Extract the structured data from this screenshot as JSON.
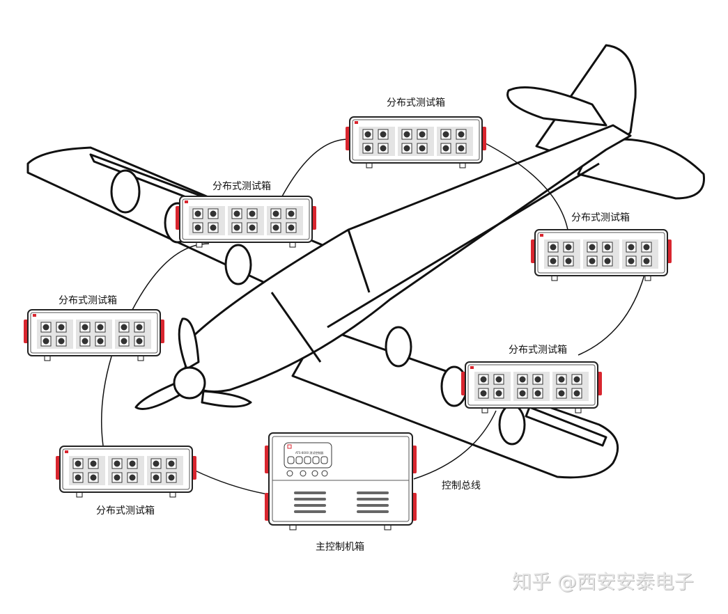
{
  "diagram": {
    "title": "Distributed test system on aircraft",
    "distributed_box_label": "分布式测试箱",
    "distributed_boxes": [
      {
        "id": "box-top-center",
        "label": "分布式测试箱"
      },
      {
        "id": "box-upper-left",
        "label": "分布式测试箱"
      },
      {
        "id": "box-right",
        "label": "分布式测试箱"
      },
      {
        "id": "box-left",
        "label": "分布式测试箱"
      },
      {
        "id": "box-lower-right",
        "label": "分布式测试箱"
      },
      {
        "id": "box-bottom-left",
        "label": "分布式测试箱"
      }
    ],
    "main_controller": {
      "label": "主控制机箱",
      "panel_text": "ATS-8000 测试控制器"
    },
    "bus_label": "控制总线",
    "colors": {
      "accent_red": "#d9262f",
      "panel_gray": "#e4e4e4",
      "stroke": "#111111"
    }
  },
  "watermark": "知乎 @西安安泰电子"
}
